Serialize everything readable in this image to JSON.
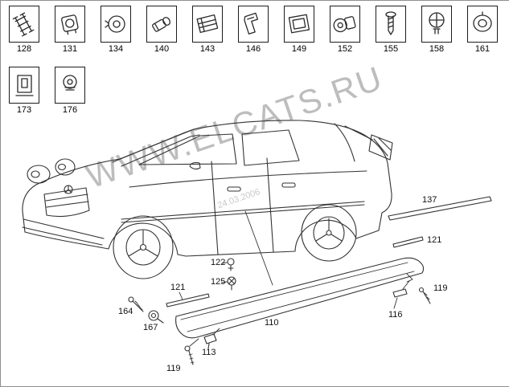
{
  "watermark": {
    "text": "WWW.ELCATS.RU",
    "date": "24.03.2006"
  },
  "thumbnails": {
    "row1": [
      {
        "number": "128",
        "icon": "rail-clip-icon"
      },
      {
        "number": "131",
        "icon": "square-clip-icon"
      },
      {
        "number": "134",
        "icon": "round-grommet-icon"
      },
      {
        "number": "140",
        "icon": "cylinder-clip-icon"
      },
      {
        "number": "143",
        "icon": "slotted-clip-icon"
      },
      {
        "number": "146",
        "icon": "angle-bracket-icon"
      },
      {
        "number": "149",
        "icon": "frame-clip-icon"
      },
      {
        "number": "152",
        "icon": "round-socket-clip-icon"
      },
      {
        "number": "155",
        "icon": "screw-icon"
      },
      {
        "number": "158",
        "icon": "push-rivet-icon"
      },
      {
        "number": "161",
        "icon": "ring-grommet-icon"
      }
    ],
    "row2": [
      {
        "number": "173",
        "icon": "slot-clip-icon"
      },
      {
        "number": "176",
        "icon": "nut-grommet-icon"
      }
    ]
  },
  "callouts": {
    "strip_top": "137",
    "strip_right": "121",
    "clip_upper": "122",
    "clip_lower": "125",
    "strip_left": "121",
    "screw_left": "164",
    "grommet_left": "167",
    "sill_panel": "110",
    "bracket_right": "116",
    "screw_right": "119",
    "clip_bottom": "113",
    "screw_bottom": "119"
  }
}
